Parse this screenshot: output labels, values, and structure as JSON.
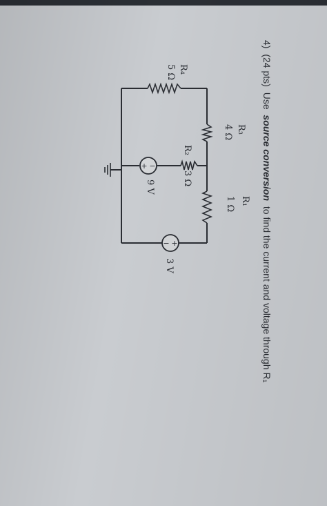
{
  "problem": {
    "number": "4)",
    "points": "(24 pts)",
    "text_before": "Use",
    "emphasis": "source conversion",
    "text_after": "to find the current and voltage through R₁"
  },
  "circuit": {
    "R1": {
      "name": "R₁",
      "value": "1 Ω"
    },
    "R2": {
      "name": "R₂",
      "value": "3 Ω"
    },
    "R3": {
      "name": "R₃",
      "value": "4 Ω"
    },
    "R4": {
      "name": "R₄",
      "value": "5 Ω"
    },
    "source_left": {
      "value": "9 V",
      "plus": "+",
      "minus": "−"
    },
    "source_right": {
      "value": "3 V",
      "plus": "+",
      "minus": "−"
    }
  },
  "colors": {
    "paper": "#c9ccd0",
    "ink": "#2a2d33",
    "source_fill": "#d4d6d8"
  }
}
